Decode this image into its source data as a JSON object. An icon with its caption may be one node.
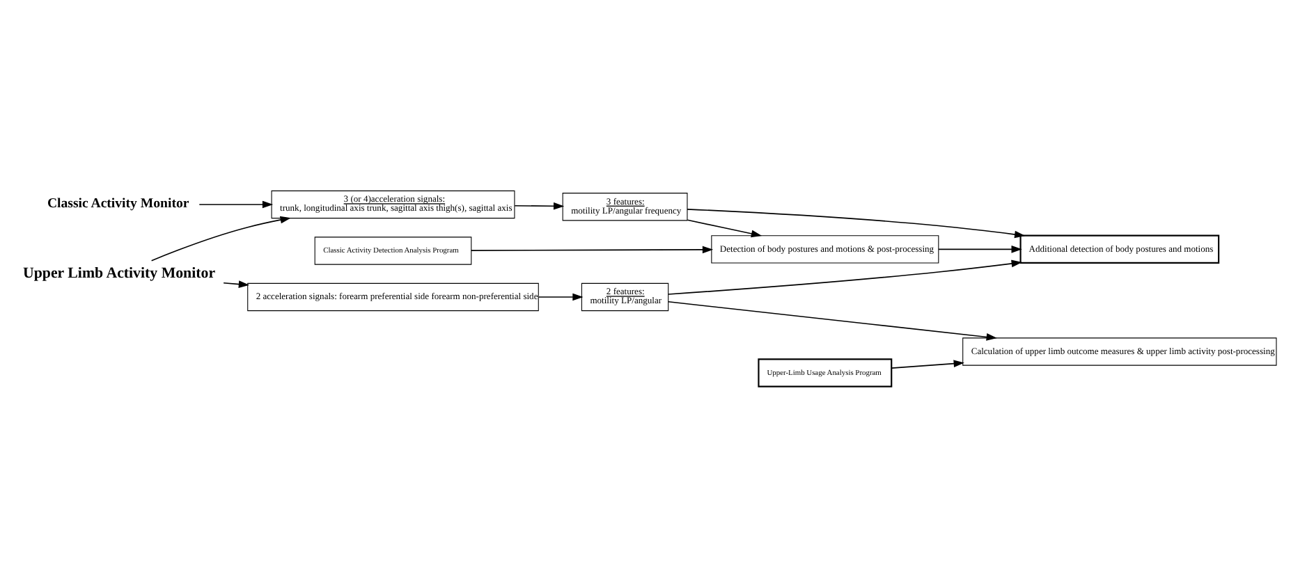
{
  "diagram": {
    "nodes": [
      {
        "text": [
          "Upper Limb Activity Monitor"
        ]
      },
      {
        "text": [
          "Classic Activity Monitor"
        ]
      },
      {
        "text": [
          "Classic Activity Detection Analysis Program"
        ]
      },
      {
        "text": [
          "3 (or 4)acceleration signals:",
          "trunk, longitudinal axis trunk, sagittal axis thigh(s), sagittal axis"
        ]
      },
      {
        "text": [
          "3 features:",
          "motility LP/angular frequency"
        ]
      },
      {
        "text": [
          "Detection of body postures and motions & post-processing"
        ]
      },
      {
        "text": [
          "Additional detection of body postures and motions"
        ]
      },
      {
        "text": [
          "Calculation of upper limb outcome measures & upper limb activity post-processing"
        ]
      },
      {
        "text": [
          "2 acceleration signals: forearm preferential side forearm non-preferential side"
        ]
      },
      {
        "text": [
          "2 features:",
          "motility LP/angular"
        ]
      },
      {
        "text": [
          "Upper-Limb Usage Analysis Program"
        ]
      }
    ],
    "edges": [
      {
        "from": 0,
        "to": 3,
        "arrow": "to"
      },
      {
        "from": 0,
        "to": 8,
        "arrow": "to"
      },
      {
        "from": 1,
        "to": 3,
        "arrow": "to"
      },
      {
        "from": 3,
        "to": 4,
        "arrow": "to"
      },
      {
        "from": 4,
        "to": 5,
        "arrow": "to"
      },
      {
        "from": 2,
        "to": 5,
        "arrow": "to"
      },
      {
        "from": 4,
        "to": 6,
        "arrow": "to"
      },
      {
        "from": 5,
        "to": 6,
        "arrow": "to"
      },
      {
        "from": 9,
        "to": 6,
        "arrow": "to"
      },
      {
        "from": 8,
        "to": 9,
        "arrow": "to"
      },
      {
        "from": 9,
        "to": 7,
        "arrow": "to"
      },
      {
        "from": 10,
        "to": 7,
        "arrow": "to"
      }
    ]
  }
}
